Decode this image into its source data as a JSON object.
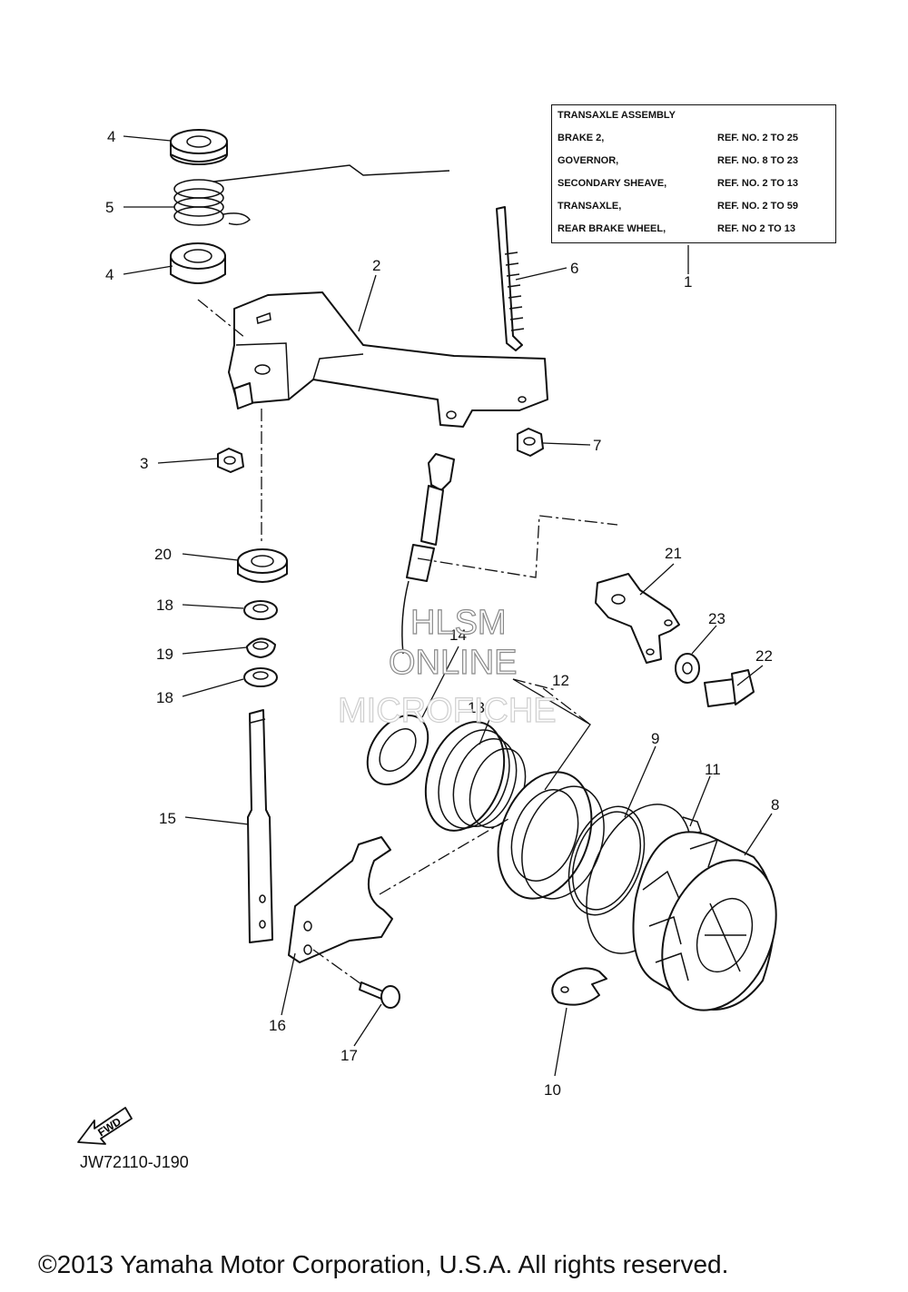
{
  "reference_table": {
    "title": "TRANSAXLE ASSEMBLY",
    "rows": [
      {
        "label": "BRAKE 2,",
        "ref": "REF. NO. 2 TO 25"
      },
      {
        "label": "GOVERNOR,",
        "ref": "REF. NO. 8 TO 23"
      },
      {
        "label": "SECONDARY SHEAVE,",
        "ref": "REF. NO. 2 TO 13"
      },
      {
        "label": "TRANSAXLE,",
        "ref": "REF. NO. 2 TO 59"
      },
      {
        "label": "REAR BRAKE WHEEL,",
        "ref": "REF. NO 2 TO 13"
      }
    ]
  },
  "callouts": {
    "c1": "1",
    "c2": "2",
    "c3": "3",
    "c4a": "4",
    "c4b": "4",
    "c5": "5",
    "c6": "6",
    "c7": "7",
    "c8": "8",
    "c9": "9",
    "c10": "10",
    "c11": "11",
    "c12": "12",
    "c13": "13",
    "c14": "14",
    "c15": "15",
    "c16": "16",
    "c17": "17",
    "c18a": "18",
    "c18b": "18",
    "c19": "19",
    "c20": "20",
    "c21": "21",
    "c22": "22",
    "c23": "23"
  },
  "watermark": {
    "line1": "HLSM",
    "line2": "ONLINE",
    "line3": "MICROFICHE"
  },
  "fwd_arrow_label": "FWD",
  "diagram_code": "JW72110-J190",
  "copyright": "©2013 Yamaha Motor Corporation, U.S.A. All rights reserved."
}
